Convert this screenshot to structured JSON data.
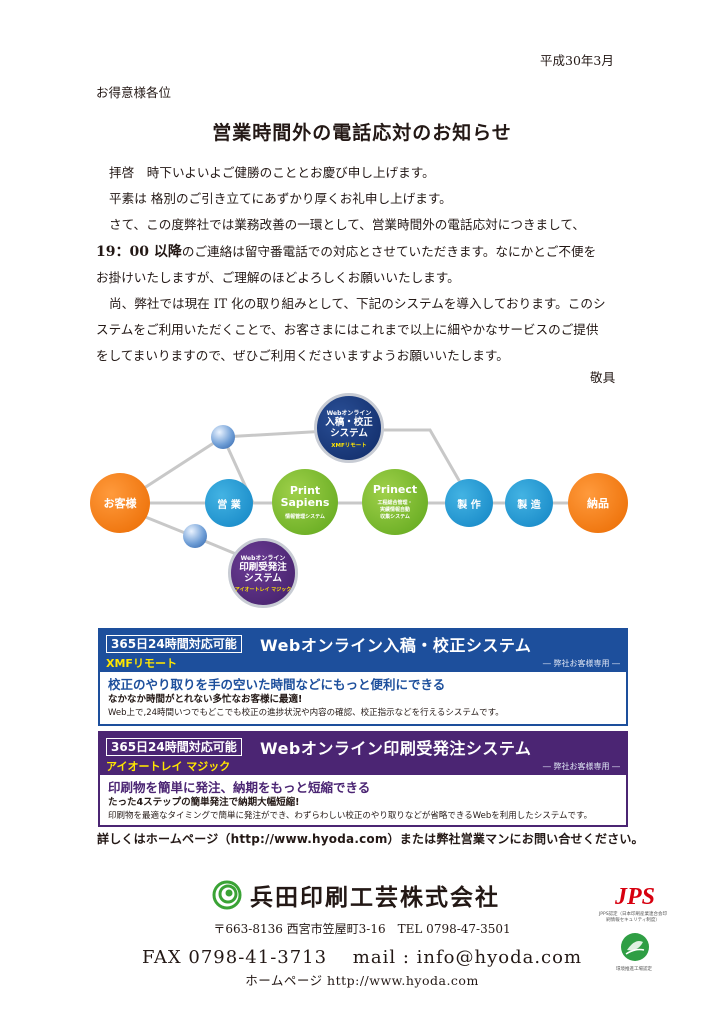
{
  "header": {
    "date": "平成30年3月",
    "recipient": "お得意様各位",
    "title": "営業時間外の電話応対のお知らせ"
  },
  "letter": {
    "p1": "拝啓　時下いよいよご健勝のこととお慶び申し上げます。",
    "p2": "平素は 格別のご引き立てにあずかり厚くお礼申し上げます。",
    "p3_a": "さて、この度弊社では業務改善の一環として、営業時間外の電話応対につきまして、",
    "p3_b_strong": "19：00 以降",
    "p3_b": "のご連絡は留守番電話での対応とさせていただきます。なにかとご不便を",
    "p3_c": "お掛けいたしますが、ご理解のほどよろしくお願いいたします。",
    "p4_a": "尚、弊社では現在 IT 化の取り組みとして、下記のシステムを導入しております。このシ",
    "p4_b": "ステムをご利用いただくことで、お客さまにはこれまで以上に細やかなサービスのご提供",
    "p4_c": "をしてまいりますので、ぜひご利用くださいますようお願いいたします。",
    "closing": "敬具"
  },
  "diagram": {
    "customer": "お客様",
    "sales": "営 業",
    "print_sapiens_l1": "Print",
    "print_sapiens_l2": "Sapiens",
    "print_sapiens_sub": "情報管理システム",
    "prinect": "Prinect",
    "prinect_sub1": "工程総合管理・",
    "prinect_sub2": "実績情報自動",
    "prinect_sub3": "収集システム",
    "production": "製 作",
    "manufacturing": "製 造",
    "delivery": "納品",
    "web_top_l1": "Webオンライン",
    "web_top_l2": "入稿・校正",
    "web_top_l3": "システム",
    "web_top_l4": "XMFリモート",
    "web_bottom_l1": "Webオンライン",
    "web_bottom_l2": "印刷受発注",
    "web_bottom_l3": "システム",
    "web_bottom_l4": "アイオートレイ マジック"
  },
  "box1": {
    "tag": "365日24時間対応可能",
    "title": "Webオンライン入稿・校正システム",
    "sub": "XMFリモート",
    "exclusive": "― 弊社お客様専用 ―",
    "line1": "校正のやり取りを手の空いた時間などにもっと便利にできる",
    "line2": "なかなか時間がとれない多忙なお客様に最適!",
    "line3": "Web上で,24時間いつでもどこでも校正の進捗状況や内容の確認、校正指示などを行えるシステムです。"
  },
  "box2": {
    "tag": "365日24時間対応可能",
    "title": "Webオンライン印刷受発注システム",
    "sub": "アイオートレイ マジック",
    "exclusive": "― 弊社お客様専用 ―",
    "line1": "印刷物を簡単に発注、納期をもっと短縮できる",
    "line2": "たった4ステップの簡単発注で納期大幅短縮!",
    "line3": "印刷物を最適なタイミングで簡単に発注ができ、わずらわしい校正のやり取りなどが省略できるWebを利用したシステムです。"
  },
  "footer": {
    "contact": "詳しくはホームページ（http://www.hyoda.com）または弊社営業マンにお問い合せください。",
    "company": "兵田印刷工芸株式会社",
    "address": "〒663-8136 西宮市笠屋町3-16　TEL 0798-47-3501",
    "fax": "FAX 0798-41-3713　 mail : info@hyoda.com",
    "homepage": "ホームページ http://www.hyoda.com",
    "jps_mark": "JPS",
    "jps_caption": "JPPS認定（日本印刷産業連合会印刷情報セキュリティ制度）",
    "green_caption": "環境推進工場認定"
  }
}
